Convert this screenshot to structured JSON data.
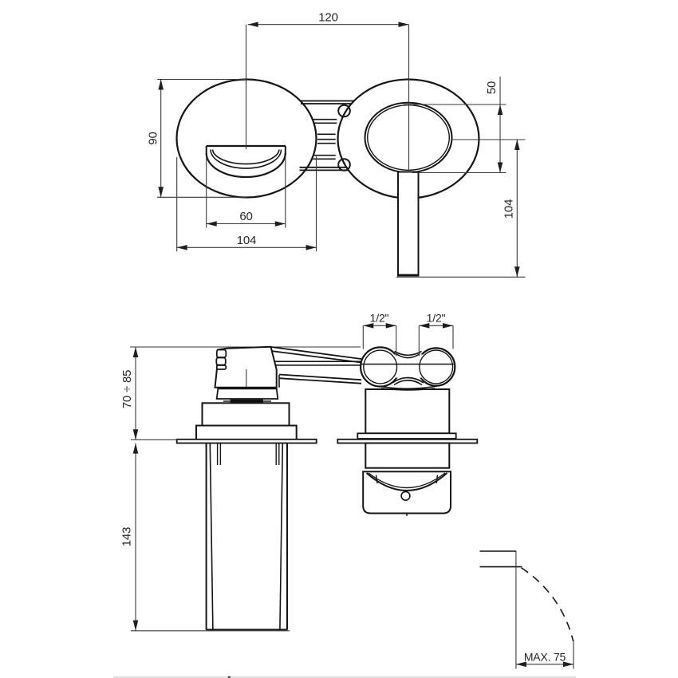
{
  "drawing": {
    "background": "#ffffff",
    "line_color": "#151515",
    "dim_line_color": "#3a3a3a",
    "text_color": "#262626",
    "footer_line_color": "#d4d4d4"
  },
  "front_view": {
    "labels": {
      "center_distance": "120",
      "escutcheon_height": "90",
      "spout_outlet_width": "60",
      "escutcheon_width": "104",
      "handle_hub_height": "50",
      "handle_length": "104"
    }
  },
  "plan_view": {
    "labels": {
      "left_connection": "1/2\"",
      "right_connection": "1/2\"",
      "mounting_depth": "70 ÷ 85",
      "spout_projection": "143",
      "handle_clearance": "MAX. 75"
    }
  }
}
